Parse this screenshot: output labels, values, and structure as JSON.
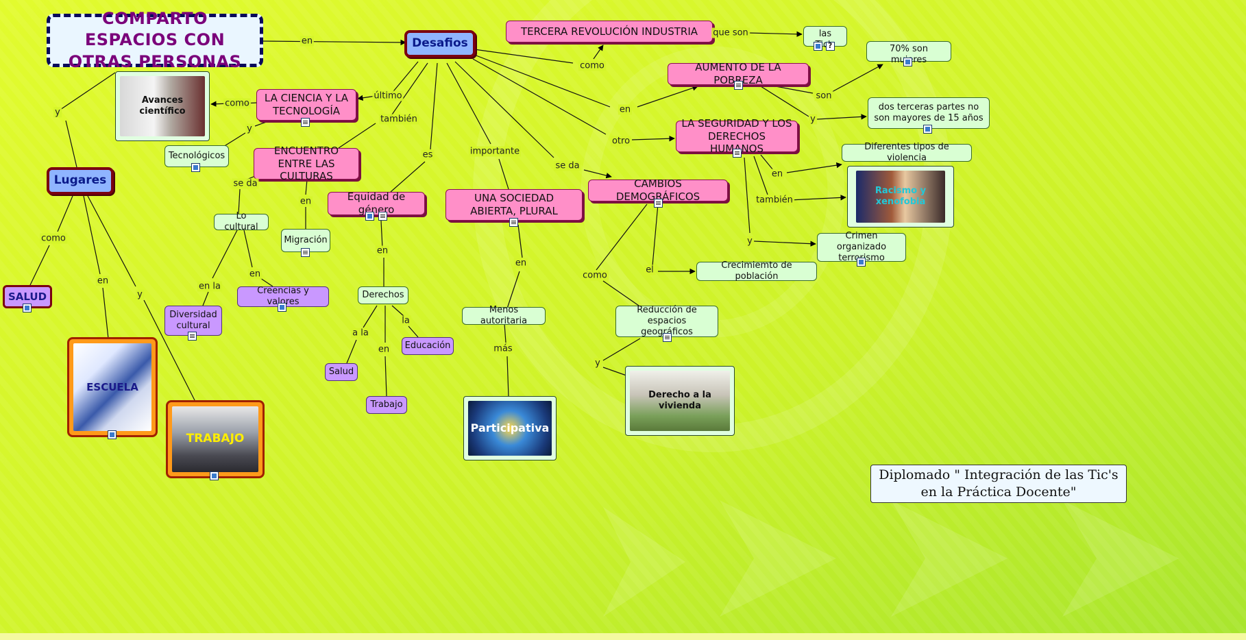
{
  "title": "COMPARTO ESPACIOS CON OTRAS PERSONAS",
  "footer": "Diplomado \" Integración de las Tic's en la Práctica Docente\"",
  "colors": {
    "background": "#d4f42a",
    "pink_node": "#ff8fc8",
    "green_node": "#d9ffd3",
    "purple_node": "#c998ff",
    "blue_node": "#8fb4ff",
    "dark_red_border": "#7a0010",
    "title_text": "#7a007a"
  },
  "nodes": {
    "desafios": "Desafios",
    "lugares": "Lugares",
    "salud_main": "SALUD",
    "escuela": "ESCUELA",
    "trabajo_main": "TRABAJO",
    "avances": "Avances científico",
    "tecnologicos": "Tecnológicos",
    "ciencia": "LA CIENCIA Y LA TECNOLOGÍA",
    "encuentro": "ENCUENTRO ENTRE LAS CULTURAS",
    "lo_cultural": "Lo cultural",
    "diversidad": "Diversidad cultural",
    "creencias": "Creencias y valores",
    "migracion": "Migración",
    "equidad": "Equidad de género",
    "derechos": "Derechos",
    "salud_small": "Salud",
    "educacion": "Educación",
    "trabajo_small": "Trabajo",
    "sociedad": "UNA SOCIEDAD ABIERTA, PLURAL",
    "menos": "Menos autoritaria",
    "participativa": "Participativa",
    "tercera": "TERCERA REVOLUCIÓN INDUSTRIA",
    "tics": "las Tic's",
    "pobreza": "AUMENTO DE LA POBREZA",
    "mujeres": "70% son mujeres",
    "terceras": "dos terceras partes no son mayores de 15 años",
    "seguridad": "LA SEGURIDAD Y LOS DERECHOS HUMANOS",
    "violencia": "Diferentes tipos de violencia",
    "racismo": "Racismo y xenofobia",
    "crimen": "Crimen organizado terrorismo",
    "cambios": "CAMBIOS DEMOGRÁFICOS",
    "crecimiento": "Crecimiemto  de población",
    "reduccion": "Reducción de espacios geográficos",
    "vivienda": "Derecho a la vivienda"
  },
  "links": {
    "en_title": "en",
    "y_title": "y",
    "ultimo": "último",
    "tambien_desafios": "también",
    "es": "es",
    "importante": "importante",
    "se_da_desafios": "se da",
    "otro": "otro",
    "en_desafios": "en",
    "como_desafios": "como",
    "que_son": "que son",
    "son_pobreza": "son",
    "y_pobreza": "y",
    "en_seguridad": "en",
    "tambien_seguridad": "también",
    "y_seguridad": "y",
    "como_ciencia": "como",
    "y_ciencia": "y",
    "se_da_encuentro": "se da",
    "en_encuentro": "en",
    "en_la_cultural": "en la",
    "en_cultural": "en",
    "en_equidad": "en",
    "a_la": "a la",
    "la": "la",
    "en_derechos": "en",
    "en_sociedad": "en",
    "mas": "más",
    "como_cambios": "como",
    "el_cambios": "el",
    "y_reduccion": "y",
    "como_lugares": "como",
    "en_lugares": "en",
    "y_lugares": "y"
  }
}
